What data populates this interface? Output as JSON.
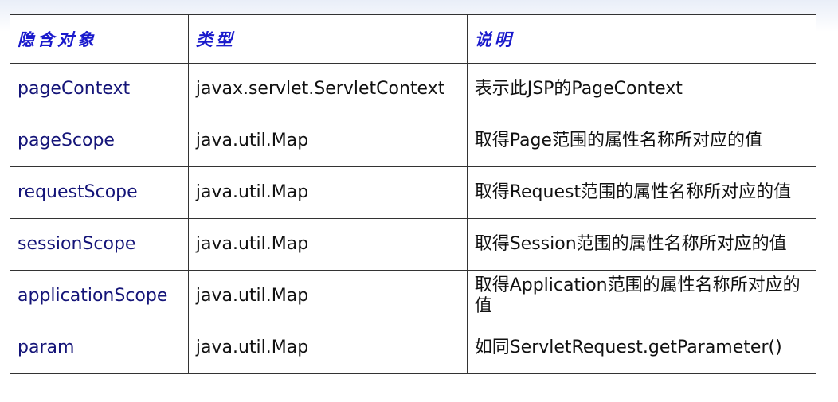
{
  "table": {
    "headers": [
      "隐含对象",
      "类型",
      "说明"
    ],
    "rows": [
      {
        "object": "pageContext",
        "type": "javax.servlet.ServletContext",
        "description": "表示此JSP的PageContext"
      },
      {
        "object": "pageScope",
        "type": "java.util.Map",
        "description": "取得Page范围的属性名称所对应的值"
      },
      {
        "object": "requestScope",
        "type": "java.util.Map",
        "description": "取得Request范围的属性名称所对应的值"
      },
      {
        "object": "sessionScope",
        "type": "java.util.Map",
        "description": "取得Session范围的属性名称所对应的值"
      },
      {
        "object": "applicationScope",
        "type": "java.util.Map",
        "description": "取得Application范围的属性名称所对应的值"
      },
      {
        "object": "param",
        "type": "java.util.Map",
        "description": "如同ServletRequest.getParameter()"
      }
    ]
  },
  "colors": {
    "header_text": "#1a1acc",
    "object_text": "#141478",
    "body_text": "#111111",
    "border": "#333333"
  }
}
